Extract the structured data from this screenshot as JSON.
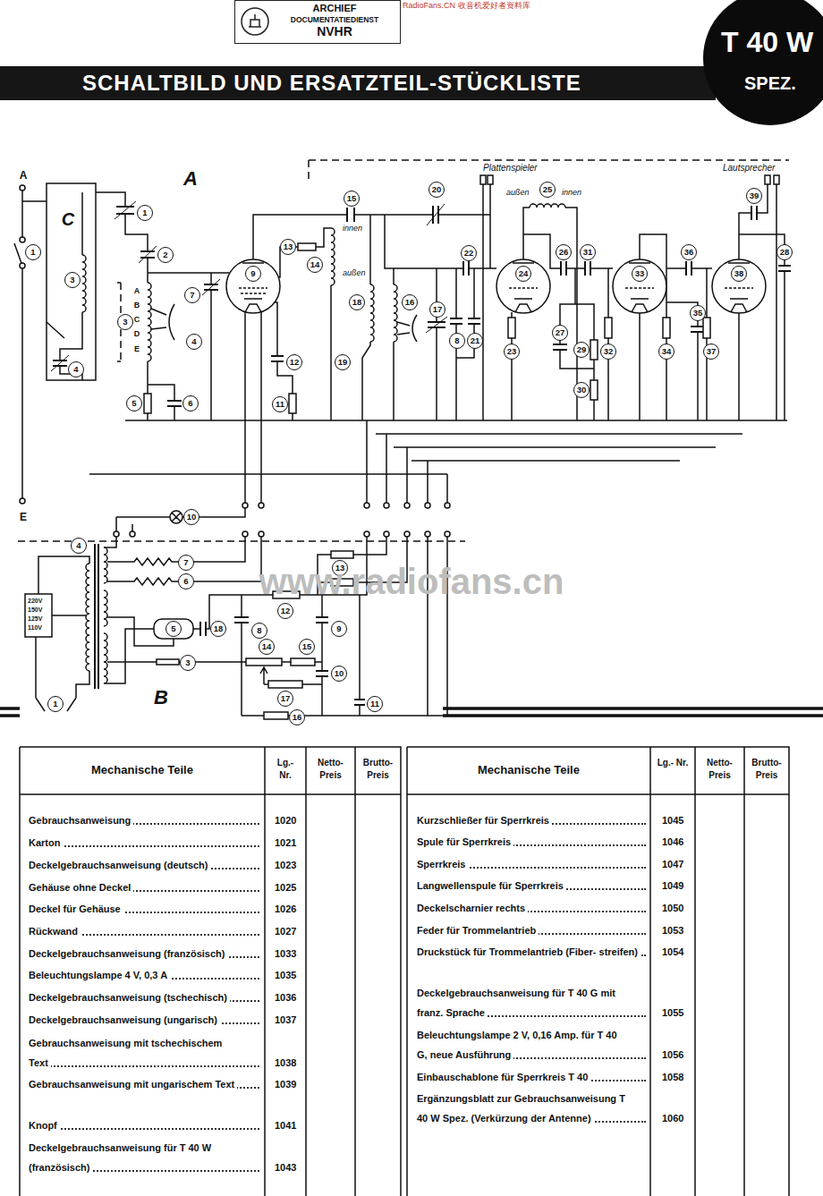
{
  "diagram": {
    "title": "SCHALTBILD UND ERSATZTEIL-STÜCKLISTE",
    "nodes": [
      {
        "text": [
          "ARCHIEF",
          "DOCUMENTATIEDIENST",
          "NVHR"
        ]
      },
      {
        "text": [
          "T 40 W",
          "SPEZ."
        ]
      }
    ],
    "labels": [
      "RadioFans.CN 收音机爱好者资料库",
      "A",
      "C",
      "A",
      "1",
      "3",
      "4",
      "1",
      "2",
      "A",
      "B",
      "C",
      "D",
      "E",
      "3",
      "7",
      "4",
      "5",
      "6",
      "E",
      "9",
      "13",
      "15",
      "innen",
      "14",
      "außen",
      "12",
      "11",
      "18",
      "19",
      "16",
      "17",
      "8",
      "21",
      "20",
      "Plattenspieler",
      "außen",
      "25",
      "innen",
      "22",
      "24",
      "23",
      "26",
      "31",
      "27",
      "29",
      "30",
      "32",
      "33",
      "34",
      "35",
      "36",
      "37",
      "38",
      "39",
      "28",
      "Lautsprecher",
      "10",
      "4",
      "220V",
      "150V",
      "125V",
      "110V",
      "7",
      "6",
      "13",
      "12",
      "5",
      "18",
      "8",
      "9",
      "14",
      "15",
      "3",
      "10",
      "17",
      "16",
      "11",
      "1",
      "B",
      "www.radiofans.cn",
      "Mechanische Teile",
      "Lg.- Nr.",
      "Netto- Preis",
      "Brutto- Preis",
      "Mechanische Teile",
      "Lg.- Nr.",
      "Netto- Preis",
      "Brutto- Preis",
      "Gebrauchsanweisung",
      "1020",
      "Karton",
      "1021",
      "Deckelgebrauchsanweisung (deutsch)",
      "1023",
      "Gehäuse ohne Deckel",
      "1025",
      "Deckel für Gehäuse",
      "1026",
      "Rückwand",
      "1027",
      "Deckelgebrauchsanweisung (französisch)",
      "1033",
      "Beleuchtungslampe 4 V, 0,3 A",
      "1035",
      "Deckelgebrauchsanweisung (tschechisch)",
      "1036",
      "Deckelgebrauchsanweisung (ungarisch)",
      "1037",
      "Gebrauchsanweisung mit tschechischem Text",
      "1038",
      "Gebrauchsanweisung mit ungarischem Text",
      "1039",
      "Knopf",
      "1041",
      "Deckelgebrauchsanweisung für T 40 W (französisch)",
      "1043",
      "Kurzschließer für Sperrkreis",
      "1045",
      "Spule für Sperrkreis",
      "1046",
      "Sperrkreis",
      "1047",
      "Langwellenspule für Sperrkreis",
      "1049",
      "Deckelscharnier rechts",
      "1050",
      "Feder für Trommelantrieb",
      "1053",
      "Druckstück für Trommelantrieb (Fiber- streifen)",
      "1054",
      "Deckelgebrauchsanweisung für T 40 G mit franz. Sprache",
      "1055",
      "Beleuchtungslampe 2 V, 0,16 Amp. für T 40 G, neue Ausführung",
      "1056",
      "Einbauschablone für Sperrkreis T 40",
      "1058",
      "Ergänzungsblatt zur Gebrauchsanweisung T 40 W Spez. (Verkürzung der Antenne)",
      "1060"
    ]
  }
}
